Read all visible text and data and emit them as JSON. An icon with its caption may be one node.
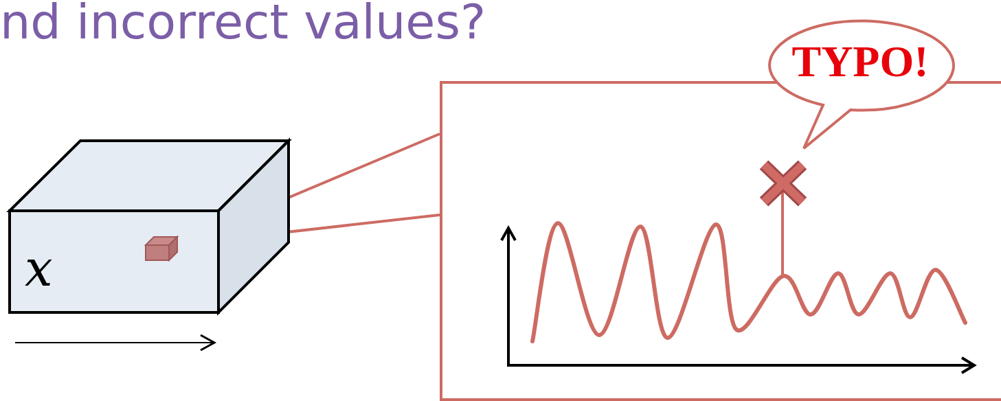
{
  "diagram": {
    "title": "nd incorrect values?",
    "nodes": [
      {
        "text": [
          "x"
        ]
      },
      {
        "text": [],
        "shape": "box",
        "in": 0
      },
      {
        "text": [],
        "shape": "box"
      },
      {
        "text": [
          "TYPO!"
        ]
      }
    ],
    "edges": [
      {
        "from": 1,
        "to": 2,
        "arrow": "none"
      },
      {
        "from": 1,
        "to": 2,
        "arrow": "none"
      }
    ]
  }
}
